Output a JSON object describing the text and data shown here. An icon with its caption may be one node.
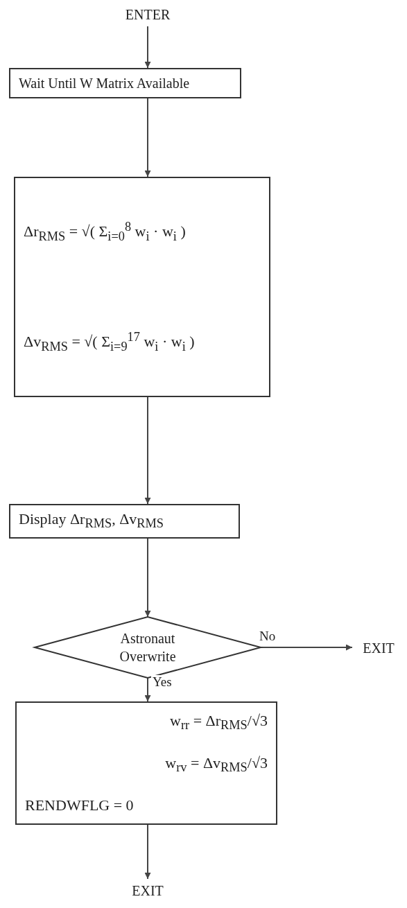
{
  "diagram": {
    "nodes": [
      {
        "text": [
          "ENTER"
        ]
      },
      {
        "text": [
          "Wait Until W Matrix Available"
        ]
      },
      {
        "text": [
          "Δr$_{RMS}$ = √( Σ$_{i=0}$$^{8}$ w$_{i}$ · w$_{i}$ )",
          "Δv$_{RMS}$ = √( Σ$_{i=9}$$^{17}$ w$_{i}$ · w$_{i}$ )"
        ]
      },
      {
        "text": [
          "Display Δr$_{RMS}$, Δv$_{RMS}$"
        ]
      },
      {
        "text": [
          "Astronaut Overwrite"
        ]
      },
      {
        "text": [
          "EXIT"
        ]
      },
      {
        "text": [
          "w$_{rr}$ = Δr$_{RMS}$/√3",
          "w$_{rv}$ = Δv$_{RMS}$/√3",
          "RENDWFLG = 0"
        ]
      },
      {
        "text": [
          "EXIT"
        ]
      }
    ],
    "edges": [
      {
        "from": 0,
        "to": 1,
        "arrow": "to"
      },
      {
        "from": 1,
        "to": 2,
        "arrow": "to"
      },
      {
        "from": 2,
        "to": 3,
        "arrow": "to"
      },
      {
        "from": 3,
        "to": 4,
        "arrow": "to"
      },
      {
        "from": 4,
        "to": 5,
        "arrow": "to",
        "label": "No"
      },
      {
        "from": 4,
        "to": 6,
        "arrow": "to",
        "label": "Yes"
      },
      {
        "from": 6,
        "to": 7,
        "arrow": "to"
      }
    ]
  }
}
